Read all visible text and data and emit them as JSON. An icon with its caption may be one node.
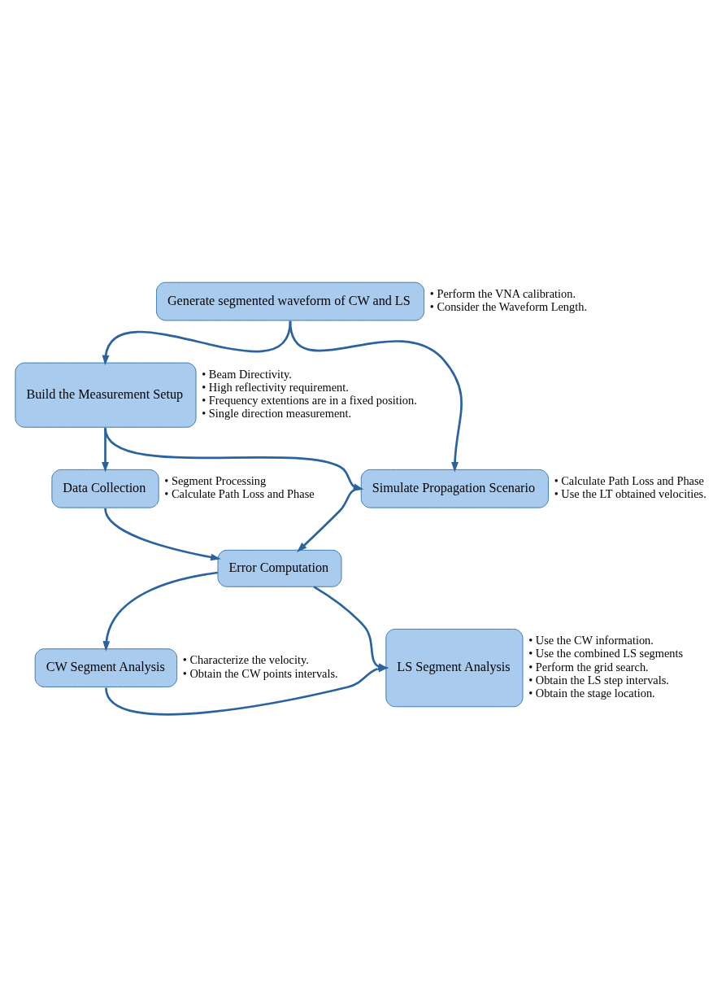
{
  "diagram": {
    "nodes": [
      {
        "text": [
          "Generate segmented waveform of CW and LS"
        ],
        "beside": [
          "• Perform the VNA calibration.",
          "• Consider the Waveform Length."
        ]
      },
      {
        "text": [
          "Build the Measurement Setup"
        ],
        "beside": [
          "• Beam Directivity.",
          "• High reflectivity requirement.",
          "• Frequency extentions are in a fixed position.",
          "• Single direction measurement."
        ]
      },
      {
        "text": [
          "Data Collection"
        ],
        "beside": [
          "• Segment Processing",
          "• Calculate Path Loss and Phase"
        ]
      },
      {
        "text": [
          "Simulate Propagation Scenario"
        ],
        "beside": [
          "• Calculate Path Loss and Phase",
          "• Use the LT obtained velocities."
        ]
      },
      {
        "text": [
          "Error Computation"
        ]
      },
      {
        "text": [
          "CW Segment Analysis"
        ],
        "beside": [
          "• Characterize the velocity.",
          "• Obtain the CW points intervals."
        ]
      },
      {
        "text": [
          "LS Segment Analysis"
        ],
        "beside": [
          "• Use the CW information.",
          "• Use the combined LS segments",
          "• Perform the grid search.",
          "• Obtain the LS step intervals.",
          "• Obtain the stage location."
        ]
      }
    ],
    "edges": [
      {
        "from": 0,
        "to": 1,
        "arrow": "to"
      },
      {
        "from": 0,
        "to": 3,
        "arrow": "to"
      },
      {
        "from": 1,
        "to": 3,
        "arrow": "to"
      },
      {
        "from": 1,
        "to": 2,
        "arrow": "to"
      },
      {
        "from": 2,
        "to": 4,
        "arrow": "to"
      },
      {
        "from": 3,
        "to": 4,
        "arrow": "to"
      },
      {
        "from": 4,
        "to": 5,
        "arrow": "to"
      },
      {
        "from": 4,
        "to": 6,
        "arrow": "to"
      },
      {
        "from": 5,
        "to": 6,
        "arrow": "to"
      }
    ]
  }
}
